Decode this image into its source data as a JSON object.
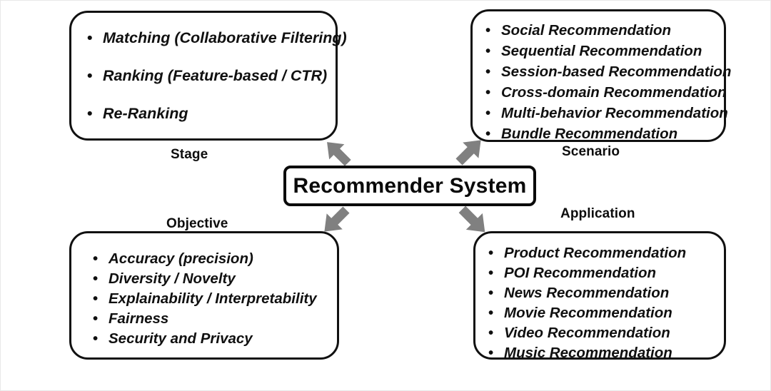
{
  "diagram": {
    "center": {
      "label": "Recommender System"
    },
    "colors": {
      "box_border": "#111111",
      "center_border": "#0a0a0a",
      "arrow": "#808080",
      "text": "#101010",
      "background": "#ffffff"
    },
    "quadrants": [
      {
        "key": "stage",
        "label": "Stage",
        "items": [
          "Matching (Collaborative Filtering)",
          "Ranking (Feature-based / CTR)",
          "Re-Ranking"
        ]
      },
      {
        "key": "scenario",
        "label": "Scenario",
        "items": [
          "Social Recommendation",
          "Sequential Recommendation",
          "Session-based Recommendation",
          "Cross-domain Recommendation",
          "Multi-behavior Recommendation",
          "Bundle Recommendation"
        ]
      },
      {
        "key": "objective",
        "label": "Objective",
        "items": [
          "Accuracy (precision)",
          "Diversity / Novelty",
          "Explainability / Interpretability",
          "Fairness",
          "Security and Privacy"
        ]
      },
      {
        "key": "application",
        "label": "Application",
        "items": [
          "Product Recommendation",
          "POI Recommendation",
          "News Recommendation",
          "Movie Recommendation",
          "Video Recommendation",
          "Music Recommendation"
        ]
      }
    ],
    "arrows": [
      {
        "name": "arrow-up-left",
        "icon": "arrow-up-left-icon",
        "from": "center",
        "to": "stage"
      },
      {
        "name": "arrow-up-right",
        "icon": "arrow-up-right-icon",
        "from": "center",
        "to": "scenario"
      },
      {
        "name": "arrow-down-left",
        "icon": "arrow-down-left-icon",
        "from": "center",
        "to": "objective"
      },
      {
        "name": "arrow-down-right",
        "icon": "arrow-down-right-icon",
        "from": "center",
        "to": "application"
      }
    ]
  }
}
